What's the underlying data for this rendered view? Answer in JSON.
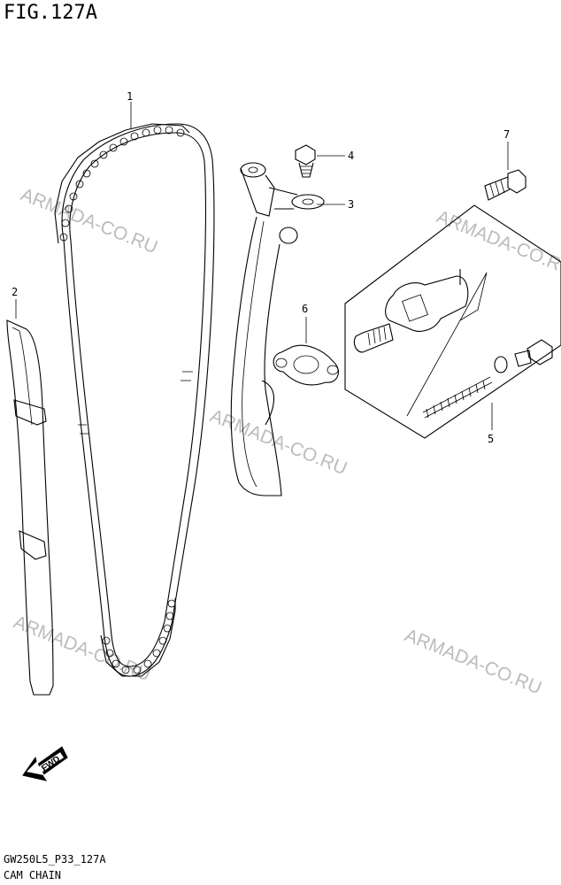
{
  "figure": {
    "title": "FIG.127A",
    "code": "GW250L5_P33_127A",
    "name": "CAM CHAIN"
  },
  "watermarks": [
    "ARMADA-CO.RU",
    "ARMADA-CO.RU",
    "ARMADA-CO.RU",
    "ARMADA-CO.RU",
    "ARMADA-CO.RU"
  ],
  "callouts": [
    "1",
    "2",
    "3",
    "4",
    "5",
    "6",
    "7"
  ],
  "badge": {
    "fwd": "FWD"
  }
}
